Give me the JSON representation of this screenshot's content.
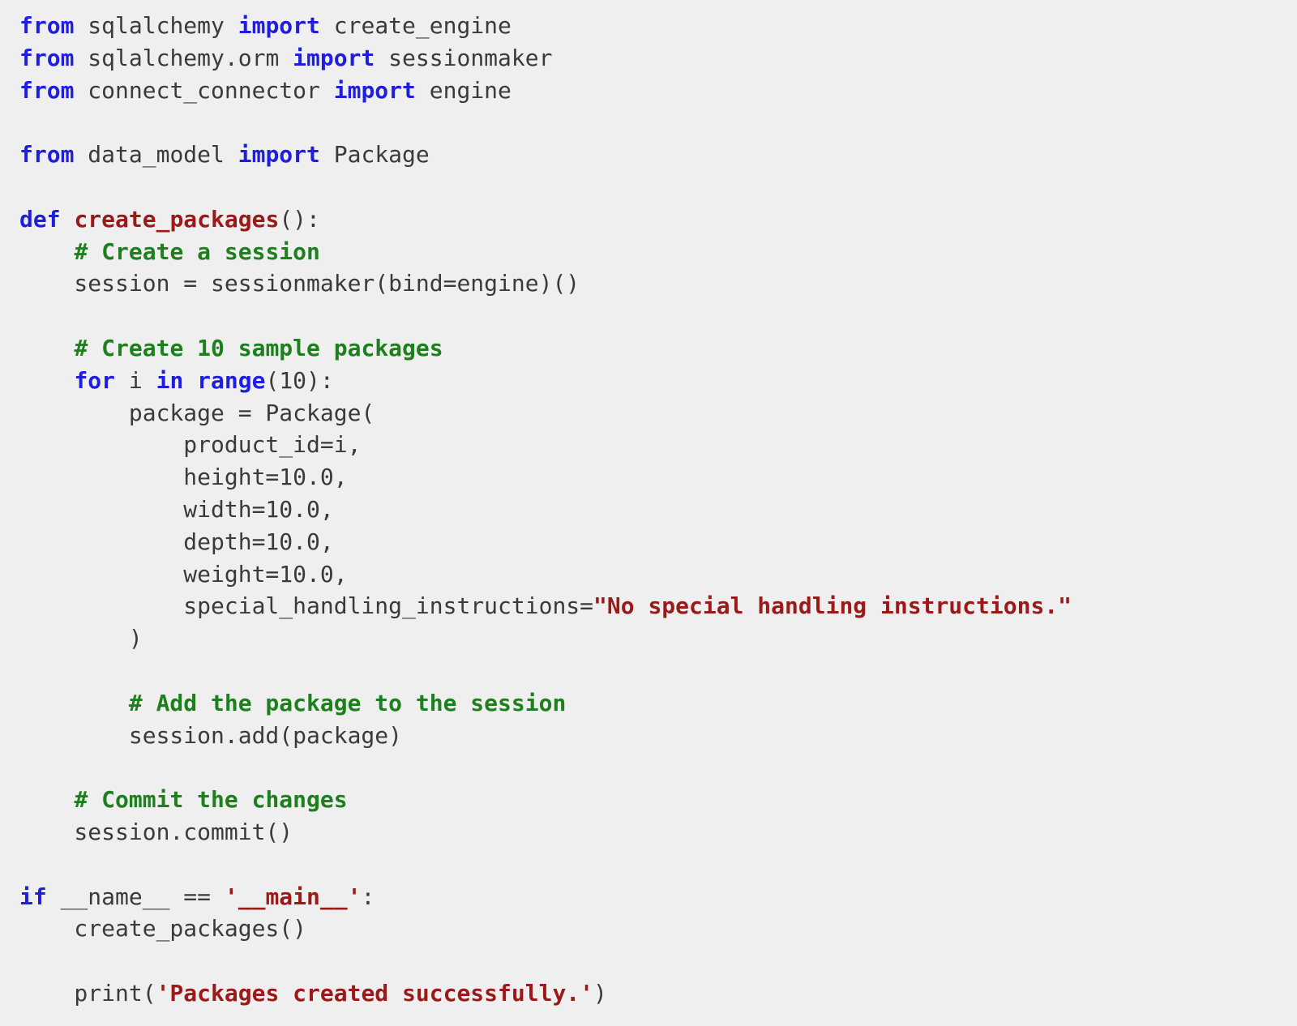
{
  "editor": {
    "language": "python",
    "colors": {
      "background": "#efefef",
      "keyword": "#1e1edc",
      "comment": "#1d801d",
      "string": "#9a1a1a",
      "function": "#9a1a1a",
      "plain": "#3a3a3a"
    },
    "lines": [
      [
        {
          "t": "keyword",
          "v": "from"
        },
        {
          "t": "plain",
          "v": " sqlalchemy "
        },
        {
          "t": "keyword",
          "v": "import"
        },
        {
          "t": "plain",
          "v": " create_engine"
        }
      ],
      [
        {
          "t": "keyword",
          "v": "from"
        },
        {
          "t": "plain",
          "v": " sqlalchemy.orm "
        },
        {
          "t": "keyword",
          "v": "import"
        },
        {
          "t": "plain",
          "v": " sessionmaker"
        }
      ],
      [
        {
          "t": "keyword",
          "v": "from"
        },
        {
          "t": "plain",
          "v": " connect_connector "
        },
        {
          "t": "keyword",
          "v": "import"
        },
        {
          "t": "plain",
          "v": " engine"
        }
      ],
      [],
      [
        {
          "t": "keyword",
          "v": "from"
        },
        {
          "t": "plain",
          "v": " data_model "
        },
        {
          "t": "keyword",
          "v": "import"
        },
        {
          "t": "plain",
          "v": " Package"
        }
      ],
      [],
      [
        {
          "t": "keyword",
          "v": "def"
        },
        {
          "t": "plain",
          "v": " "
        },
        {
          "t": "function",
          "v": "create_packages"
        },
        {
          "t": "plain",
          "v": "():"
        }
      ],
      [
        {
          "t": "plain",
          "v": "    "
        },
        {
          "t": "comment",
          "v": "# Create a session"
        }
      ],
      [
        {
          "t": "plain",
          "v": "    session = sessionmaker(bind=engine)()"
        }
      ],
      [],
      [
        {
          "t": "plain",
          "v": "    "
        },
        {
          "t": "comment",
          "v": "# Create 10 sample packages"
        }
      ],
      [
        {
          "t": "plain",
          "v": "    "
        },
        {
          "t": "keyword",
          "v": "for"
        },
        {
          "t": "plain",
          "v": " i "
        },
        {
          "t": "keyword",
          "v": "in"
        },
        {
          "t": "plain",
          "v": " "
        },
        {
          "t": "keyword",
          "v": "range"
        },
        {
          "t": "plain",
          "v": "(10):"
        }
      ],
      [
        {
          "t": "plain",
          "v": "        package = Package("
        }
      ],
      [
        {
          "t": "plain",
          "v": "            product_id=i,"
        }
      ],
      [
        {
          "t": "plain",
          "v": "            height=10.0,"
        }
      ],
      [
        {
          "t": "plain",
          "v": "            width=10.0,"
        }
      ],
      [
        {
          "t": "plain",
          "v": "            depth=10.0,"
        }
      ],
      [
        {
          "t": "plain",
          "v": "            weight=10.0,"
        }
      ],
      [
        {
          "t": "plain",
          "v": "            special_handling_instructions="
        },
        {
          "t": "string",
          "v": "\"No special handling instructions.\""
        }
      ],
      [
        {
          "t": "plain",
          "v": "        )"
        }
      ],
      [],
      [
        {
          "t": "plain",
          "v": "        "
        },
        {
          "t": "comment",
          "v": "# Add the package to the session"
        }
      ],
      [
        {
          "t": "plain",
          "v": "        session.add(package)"
        }
      ],
      [],
      [
        {
          "t": "plain",
          "v": "    "
        },
        {
          "t": "comment",
          "v": "# Commit the changes"
        }
      ],
      [
        {
          "t": "plain",
          "v": "    session.commit()"
        }
      ],
      [],
      [
        {
          "t": "keyword",
          "v": "if"
        },
        {
          "t": "plain",
          "v": " __name__ == "
        },
        {
          "t": "string",
          "v": "'__main__'"
        },
        {
          "t": "plain",
          "v": ":"
        }
      ],
      [
        {
          "t": "plain",
          "v": "    create_packages()"
        }
      ],
      [],
      [
        {
          "t": "plain",
          "v": "    print("
        },
        {
          "t": "string",
          "v": "'Packages created successfully.'"
        },
        {
          "t": "plain",
          "v": ")"
        }
      ]
    ]
  }
}
